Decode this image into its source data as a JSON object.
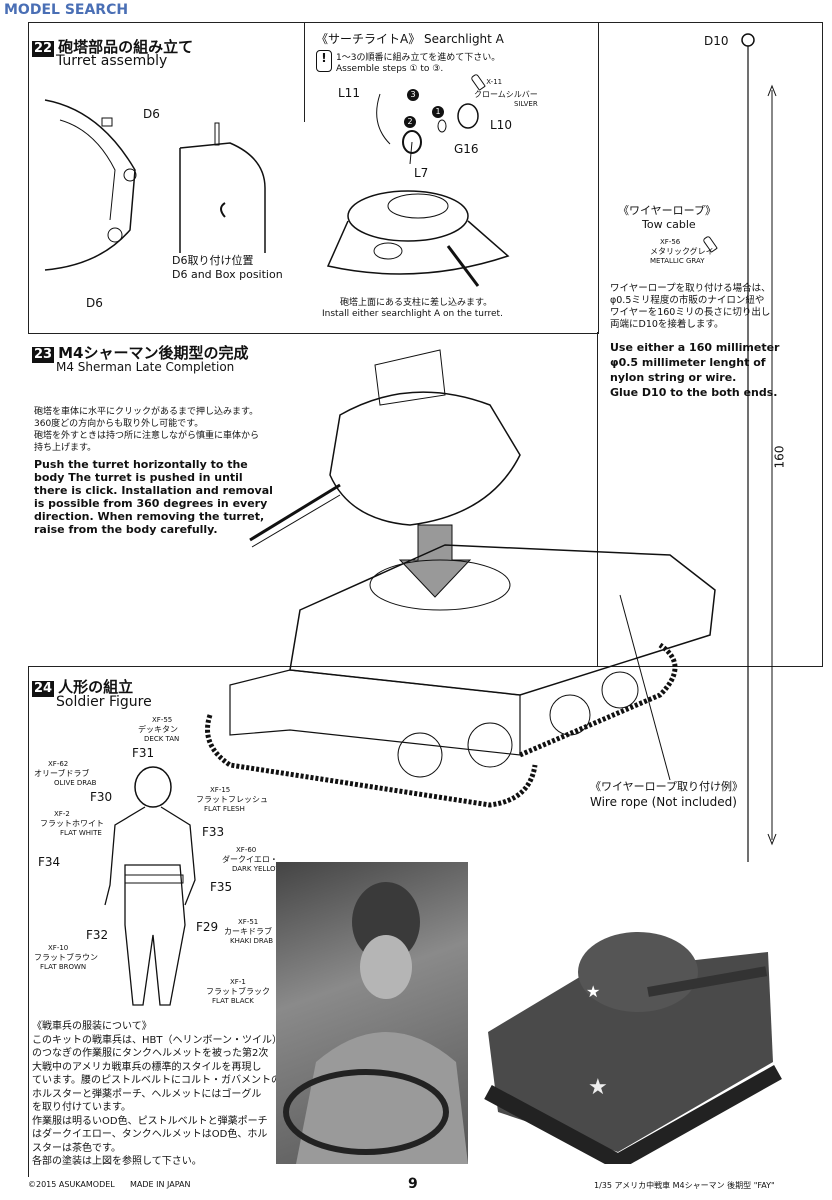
{
  "watermark": "MODEL SEARCH",
  "step22": {
    "num": "22",
    "title_jp": "砲塔部品の組み立て",
    "title_en": "Turret assembly",
    "parts": {
      "d6a": "D6",
      "d6b": "D6",
      "d6_pos_jp": "D6取り付け位置",
      "d6_pos_en": "D6 and Box position"
    }
  },
  "searchlight": {
    "title_jp": "《サーチライトA》",
    "title_en": "Searchlight A",
    "warn_jp": "1～3の順番に組み立てを進めて下さい。",
    "warn_en": "Assemble steps ① to ③.",
    "parts": {
      "l11": "L11",
      "l10": "L10",
      "g16": "G16",
      "l7": "L7",
      "n1": "1",
      "n2": "2",
      "n3": "3"
    },
    "paint": {
      "code": "X-11",
      "jp": "クロームシルバー",
      "en": "SILVER"
    },
    "note_jp": "砲塔上面にある支柱に差し込みます。",
    "note_en": "Install either searchlight A on the turret."
  },
  "towcable": {
    "d10": "D10",
    "title_jp": "《ワイヤーロープ》",
    "title_en": "Tow cable",
    "paint": {
      "code": "XF-56",
      "jp": "メタリックグレイ",
      "en": "METALLIC GRAY"
    },
    "note_jp": [
      "ワイヤーロープを取り付ける場合は、",
      "φ0.5ミリ程度の市販のナイロン紐や",
      "ワイヤーを160ミリの長さに切り出し",
      "両端にD10を接着します。"
    ],
    "note_en": [
      "Use either a 160 millimeter",
      "φ0.5 millimeter lenght of",
      "nylon   string or wire.",
      "Glue D10 to the both ends."
    ],
    "length": "160"
  },
  "step23": {
    "num": "23",
    "title_jp": "M4シャーマン後期型の完成",
    "title_en": "M4 Sherman Late Completion",
    "note_jp": [
      "砲塔を車体に水平にクリックがあるまで押し込みます。",
      "360度どの方向からも取り外し可能です。",
      "砲塔を外すときは持つ所に注意しながら慎重に車体から",
      "持ち上げます。"
    ],
    "note_en": [
      "Push the turret horizontally to the",
      "body The turret is pushed in until",
      "there is click. Installation and removal",
      "is possible from 360 degrees in every",
      "direction. When removing the turret,",
      "raise from the body carefully."
    ],
    "wire_jp": "《ワイヤーロープ取り付け例》",
    "wire_en": "Wire rope (Not included)"
  },
  "step24": {
    "num": "24",
    "title_jp": "人形の組立",
    "title_en": "Soldier Figure",
    "parts": {
      "f31": "F31",
      "f30": "F30",
      "f33": "F33",
      "f34": "F34",
      "f35": "F35",
      "f32": "F32",
      "f29": "F29"
    },
    "paints": [
      {
        "code": "XF-55",
        "jp": "デッキタン",
        "en": "DECK TAN"
      },
      {
        "code": "XF-62",
        "jp": "オリーブドラブ",
        "en": "OLIVE DRAB"
      },
      {
        "code": "XF-15",
        "jp": "フラットフレッシュ",
        "en": "FLAT FLESH"
      },
      {
        "code": "XF-2",
        "jp": "フラットホワイト",
        "en": "FLAT WHITE"
      },
      {
        "code": "XF-60",
        "jp": "ダークイエロ・",
        "en": "DARK YELLOW"
      },
      {
        "code": "XF-51",
        "jp": "カーキドラブ",
        "en": "KHAKI DRAB"
      },
      {
        "code": "XF-10",
        "jp": "フラットブラウン",
        "en": "FLAT BROWN"
      },
      {
        "code": "XF-1",
        "jp": "フラットブラック",
        "en": "FLAT BLACK"
      }
    ],
    "uniform_title": "《戦車兵の服装について》",
    "uniform_text": [
      "このキットの戦車兵は、HBT（ヘリンボーン・ツイル）",
      "のつなぎの作業服にタンクヘルメットを被った第2次",
      "大戦中のアメリカ戦車兵の標準的スタイルを再現し",
      "ています。腰のピストルベルトにコルト・ガバメントの",
      "ホルスターと弾薬ポーチ、ヘルメットにはゴーグル",
      "を取り付けています。",
      "作業服は明るいOD色、ピストルベルトと弾薬ポーチ",
      "はダークイエロー、タンクヘルメットはOD色、ホル",
      "スターは茶色です。",
      "各部の塗装は上図を参照して下さい。"
    ]
  },
  "footer": {
    "copyright": "©2015 ASUKAMODEL",
    "made": "MADE IN JAPAN",
    "page": "9",
    "kit": "1/35 アメリカ中戦車 M4シャーマン 後期型 \"FAY\""
  },
  "colors": {
    "ink": "#111111",
    "photo": "#777777"
  }
}
